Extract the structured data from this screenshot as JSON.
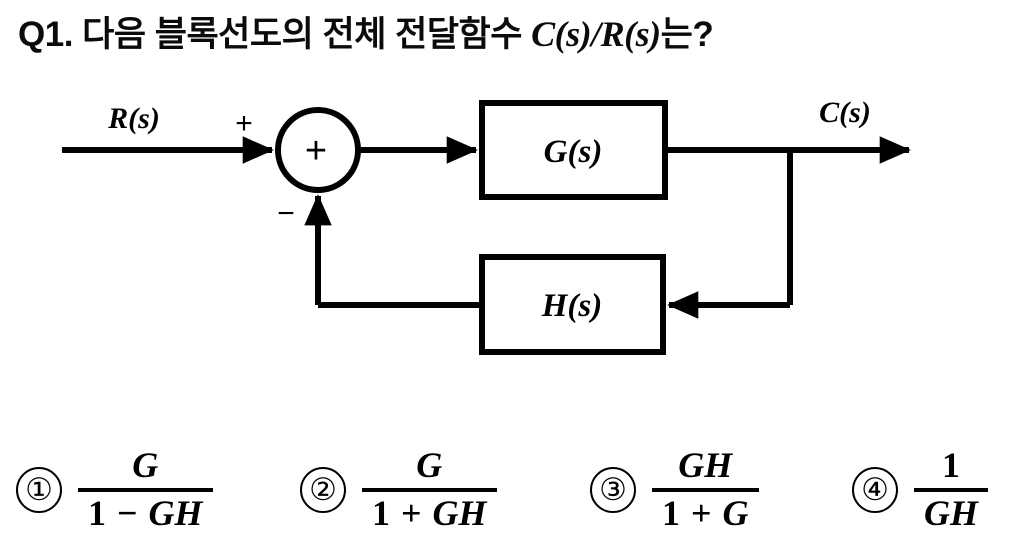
{
  "question": {
    "number": "Q1.",
    "text_ko_before": "다음 블록선도의 전체 전달함수",
    "math": "C(s)/R(s)",
    "text_ko_after": "는?",
    "full_title": "Q1. 다음 블록선도의 전체 전달함수 C(s)/R(s)는?"
  },
  "diagram": {
    "type": "block-diagram",
    "description": "negative feedback control loop",
    "input_label": "R(s)",
    "output_label": "C(s)",
    "summing_junction": {
      "inner_symbol": "+",
      "input_sign_top": "+",
      "input_sign_bottom": "−"
    },
    "forward_block_label": "G(s)",
    "feedback_block_label": "H(s)",
    "line_color": "#000000",
    "background_color": "#ffffff"
  },
  "choices": [
    {
      "number": "①",
      "numerator": "G",
      "denominator_parts": [
        "1",
        "−",
        "GH"
      ],
      "denominator": "1 − GH",
      "expression": "G / (1 − GH)"
    },
    {
      "number": "②",
      "numerator": "G",
      "denominator_parts": [
        "1",
        "+",
        "GH"
      ],
      "denominator": "1 + GH",
      "expression": "G / (1 + GH)"
    },
    {
      "number": "③",
      "numerator": "GH",
      "denominator_parts": [
        "1",
        "+",
        "G"
      ],
      "denominator": "1 + G",
      "expression": "GH / (1 + G)"
    },
    {
      "number": "④",
      "numerator": "1",
      "denominator_parts": [
        "GH"
      ],
      "denominator": "GH",
      "expression": "1 / GH"
    }
  ]
}
